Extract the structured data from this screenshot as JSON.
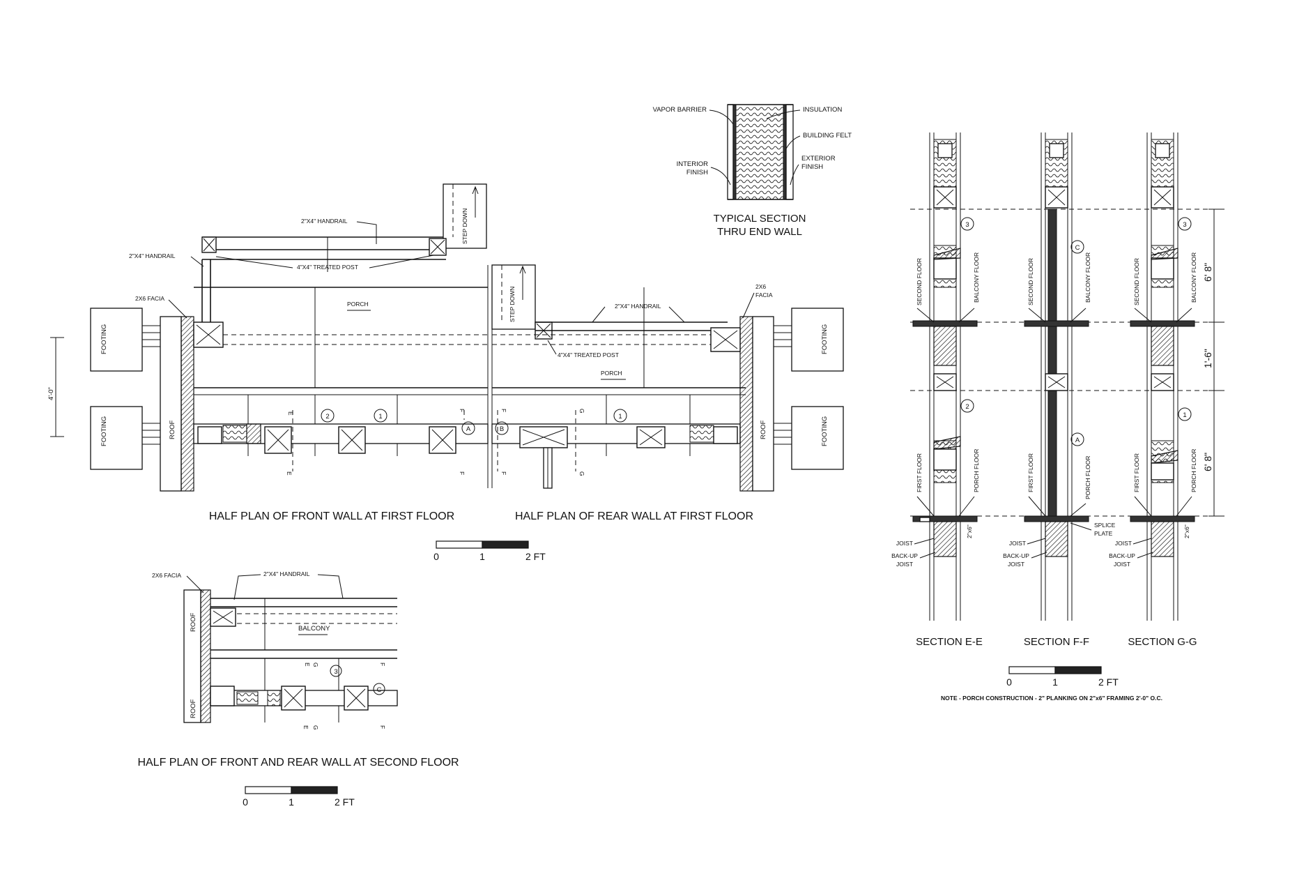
{
  "typical_section": {
    "vapor_barrier": "VAPOR BARRIER",
    "insulation": "INSULATION",
    "building_felt": "BUILDING FELT",
    "interior_finish_1": "INTERIOR",
    "interior_finish_2": "FINISH",
    "exterior_finish_1": "EXTERIOR",
    "exterior_finish_2": "FINISH",
    "title_1": "TYPICAL SECTION",
    "title_2": "THRU END WALL"
  },
  "first_floor_plan": {
    "handrail": "2\"X4\" HANDRAIL",
    "handrail_left": "2\"X4\" HANDRAIL",
    "treated_post": "4\"X4\" TREATED POST",
    "treated_post_rear": "4\"X4\" TREATED POST",
    "handrail_rear": "2\"X4\" HANDRAIL",
    "facia_left": "2X6 FACIA",
    "facia_right_1": "2X6",
    "facia_right_2": "FACIA",
    "step_down": "STEP DOWN",
    "porch": "PORCH",
    "footing": "FOOTING",
    "roof": "ROOF",
    "dimension": "4'-0\"",
    "markers": [
      "1",
      "2",
      "A",
      "B"
    ],
    "section_marks": [
      "E",
      "F",
      "G"
    ],
    "caption_front": "HALF PLAN OF FRONT WALL AT FIRST FLOOR",
    "caption_rear": "HALF PLAN OF REAR WALL AT FIRST FLOOR"
  },
  "second_floor_plan": {
    "facia": "2X6 FACIA",
    "handrail": "2\"X4\" HANDRAIL",
    "balcony": "BALCONY",
    "roof": "ROOF",
    "markers": [
      "3",
      "C"
    ],
    "caption": "HALF PLAN OF FRONT AND REAR WALL AT SECOND FLOOR"
  },
  "sections": {
    "labels": [
      "SECTION E-E",
      "SECTION F-F",
      "SECTION G-G"
    ],
    "second_floor": "SECOND FLOOR",
    "balcony_floor": "BALCONY FLOOR",
    "first_floor": "FIRST FLOOR",
    "porch_floor": "PORCH FLOOR",
    "joist": "JOIST",
    "backup_1": "BACK-UP",
    "backup_2": "JOIST",
    "splice_1": "SPLICE",
    "splice_2": "PLATE",
    "two_by_six": "2\"x6\"",
    "dims": [
      "6' 8\"",
      "1'-6\"",
      "6' 8\""
    ],
    "markers_e": [
      "3",
      "2"
    ],
    "markers_f": [
      "C",
      "A"
    ],
    "markers_g": [
      "3",
      "1"
    ],
    "note": "NOTE - PORCH CONSTRUCTION - 2\" PLANKING ON 2\"x6\" FRAMING 2'-0\" O.C."
  },
  "scales": {
    "zero": "0",
    "one": "1",
    "two_ft": "2  FT"
  }
}
